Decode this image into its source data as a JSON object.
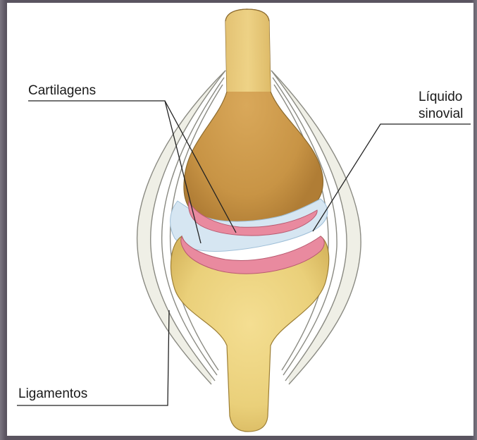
{
  "labels": {
    "cartilage": "Cartilagens",
    "synovial_line1": "Líquido",
    "synovial_line2": "sinovial",
    "ligaments": "Ligamentos"
  }
}
